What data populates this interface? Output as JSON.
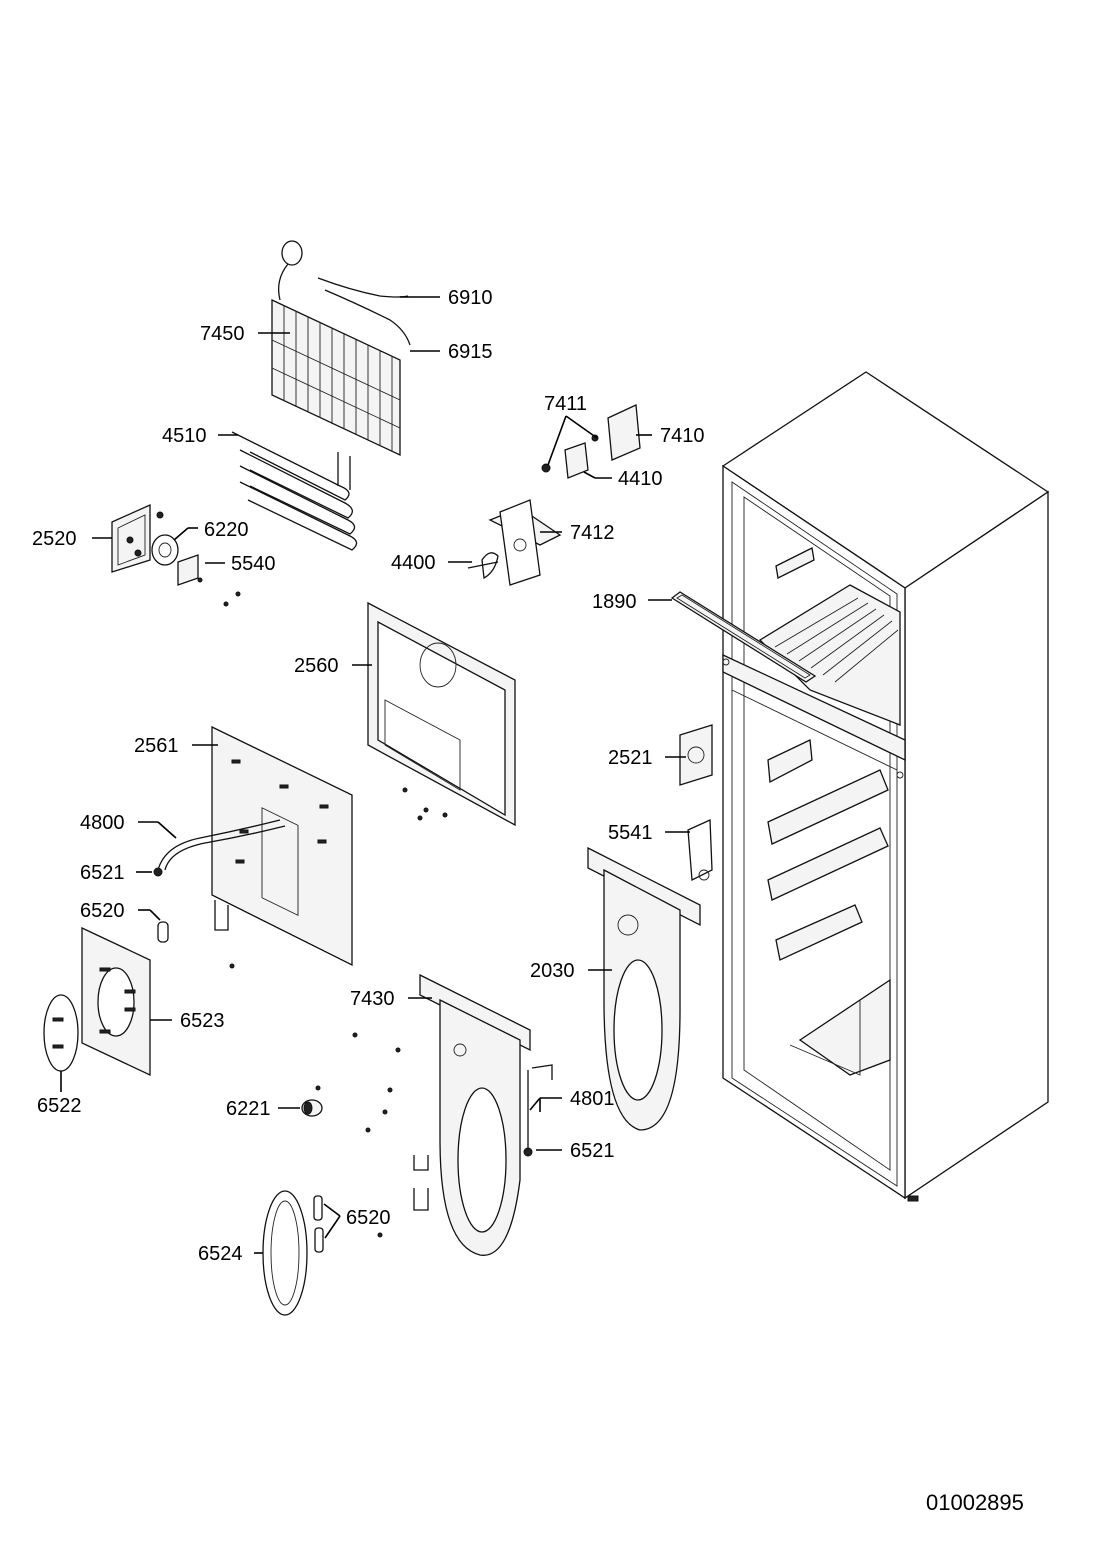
{
  "diagram": {
    "parts": [
      {
        "id": "p6910",
        "label": "6910"
      },
      {
        "id": "p7450",
        "label": "7450"
      },
      {
        "id": "p6915",
        "label": "6915"
      },
      {
        "id": "p7411",
        "label": "7411"
      },
      {
        "id": "p4510",
        "label": "4510"
      },
      {
        "id": "p7410",
        "label": "7410"
      },
      {
        "id": "p4410",
        "label": "4410"
      },
      {
        "id": "p2520",
        "label": "2520"
      },
      {
        "id": "p6220",
        "label": "6220"
      },
      {
        "id": "p7412",
        "label": "7412"
      },
      {
        "id": "p5540",
        "label": "5540"
      },
      {
        "id": "p4400",
        "label": "4400"
      },
      {
        "id": "p1890",
        "label": "1890"
      },
      {
        "id": "p2560",
        "label": "2560"
      },
      {
        "id": "p2561",
        "label": "2561"
      },
      {
        "id": "p2521",
        "label": "2521"
      },
      {
        "id": "p4800",
        "label": "4800"
      },
      {
        "id": "p5541",
        "label": "5541"
      },
      {
        "id": "p6521a",
        "label": "6521"
      },
      {
        "id": "p6520a",
        "label": "6520"
      },
      {
        "id": "p2030",
        "label": "2030"
      },
      {
        "id": "p7430",
        "label": "7430"
      },
      {
        "id": "p6523",
        "label": "6523"
      },
      {
        "id": "p4801",
        "label": "4801"
      },
      {
        "id": "p6522",
        "label": "6522"
      },
      {
        "id": "p6221",
        "label": "6221"
      },
      {
        "id": "p6521b",
        "label": "6521"
      },
      {
        "id": "p6520b",
        "label": "6520"
      },
      {
        "id": "p6524",
        "label": "6524"
      }
    ],
    "drawing_code": "01002895"
  }
}
